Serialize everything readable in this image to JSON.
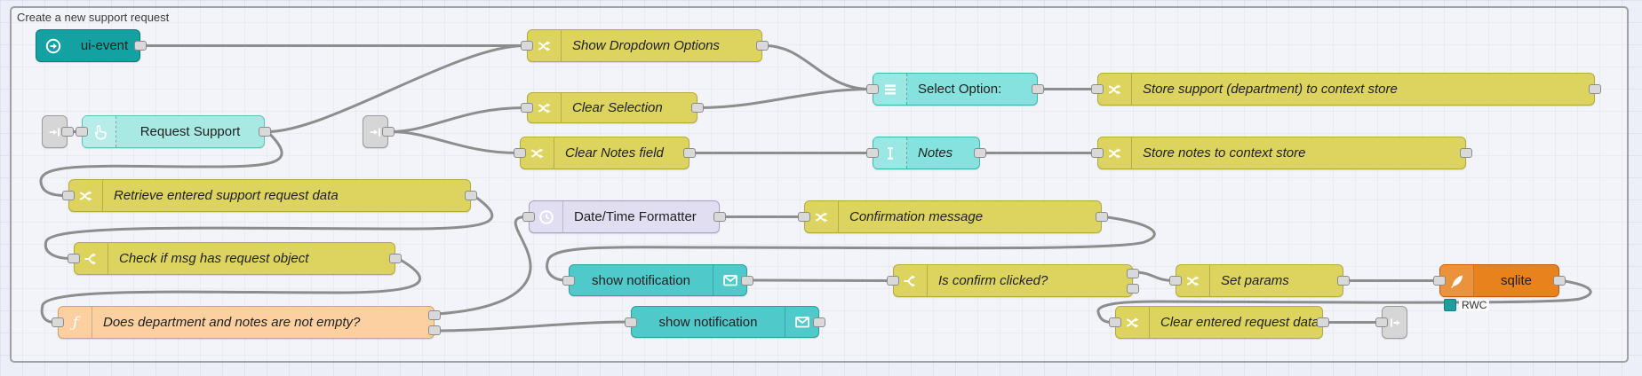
{
  "editor": {
    "group_label": "Create a new support request"
  },
  "nodes": [
    {
      "label": "ui-event",
      "type": "ui-event",
      "icon": "circle-arrow-right-icon"
    },
    {
      "label": "Show Dropdown Options",
      "type": "change",
      "icon": "shuffle-icon"
    },
    {
      "label": "Select Option:",
      "type": "dropdown-widget",
      "icon": "menu-icon"
    },
    {
      "label": "Store support (department) to context store",
      "type": "change",
      "icon": "shuffle-icon"
    },
    {
      "label": "Clear Selection",
      "type": "change",
      "icon": "shuffle-icon"
    },
    {
      "label": "Request Support",
      "type": "button-widget",
      "icon": "hand-pointer-icon"
    },
    {
      "label": "Clear Notes field",
      "type": "change",
      "icon": "shuffle-icon"
    },
    {
      "label": "Notes",
      "type": "text-input-widget",
      "icon": "ibeam-cursor-icon"
    },
    {
      "label": "Store notes to context store",
      "type": "change",
      "icon": "shuffle-icon"
    },
    {
      "label": "Retrieve entered support request data",
      "type": "change",
      "icon": "shuffle-icon"
    },
    {
      "label": "Date/Time Formatter",
      "type": "datetime-formatter",
      "icon": "clock-icon"
    },
    {
      "label": "Confirmation message",
      "type": "change",
      "icon": "shuffle-icon"
    },
    {
      "label": "Check if msg has request object",
      "type": "switch",
      "icon": "switch-icon"
    },
    {
      "label": "show notification",
      "type": "notification",
      "icon": "envelope-icon"
    },
    {
      "label": "Is confirm clicked?",
      "type": "switch",
      "icon": "switch-icon"
    },
    {
      "label": "Set params",
      "type": "change",
      "icon": "shuffle-icon"
    },
    {
      "label": "sqlite",
      "type": "sqlite",
      "icon": "feather-icon",
      "status": "RWC"
    },
    {
      "label": "Does department and notes are not empty?",
      "type": "function",
      "icon": "function-icon"
    },
    {
      "label": "show notification",
      "type": "notification",
      "icon": "envelope-icon"
    },
    {
      "label": "Clear entered request data",
      "type": "change",
      "icon": "shuffle-icon"
    }
  ],
  "status": {
    "sqlite_state": "RWC"
  },
  "colors": {
    "change_node": "#dcd45f",
    "function_node": "#fcd0a0",
    "widget_node": "#85e2de",
    "button_node": "#a8e9e4",
    "notification_node": "#4fc9c9",
    "datetime_node": "#e2def1",
    "sqlite_node": "#e8821c",
    "ui_event_node": "#14a1a1",
    "wire": "#8d8d8d",
    "status_dot": "#1f9e9e"
  }
}
